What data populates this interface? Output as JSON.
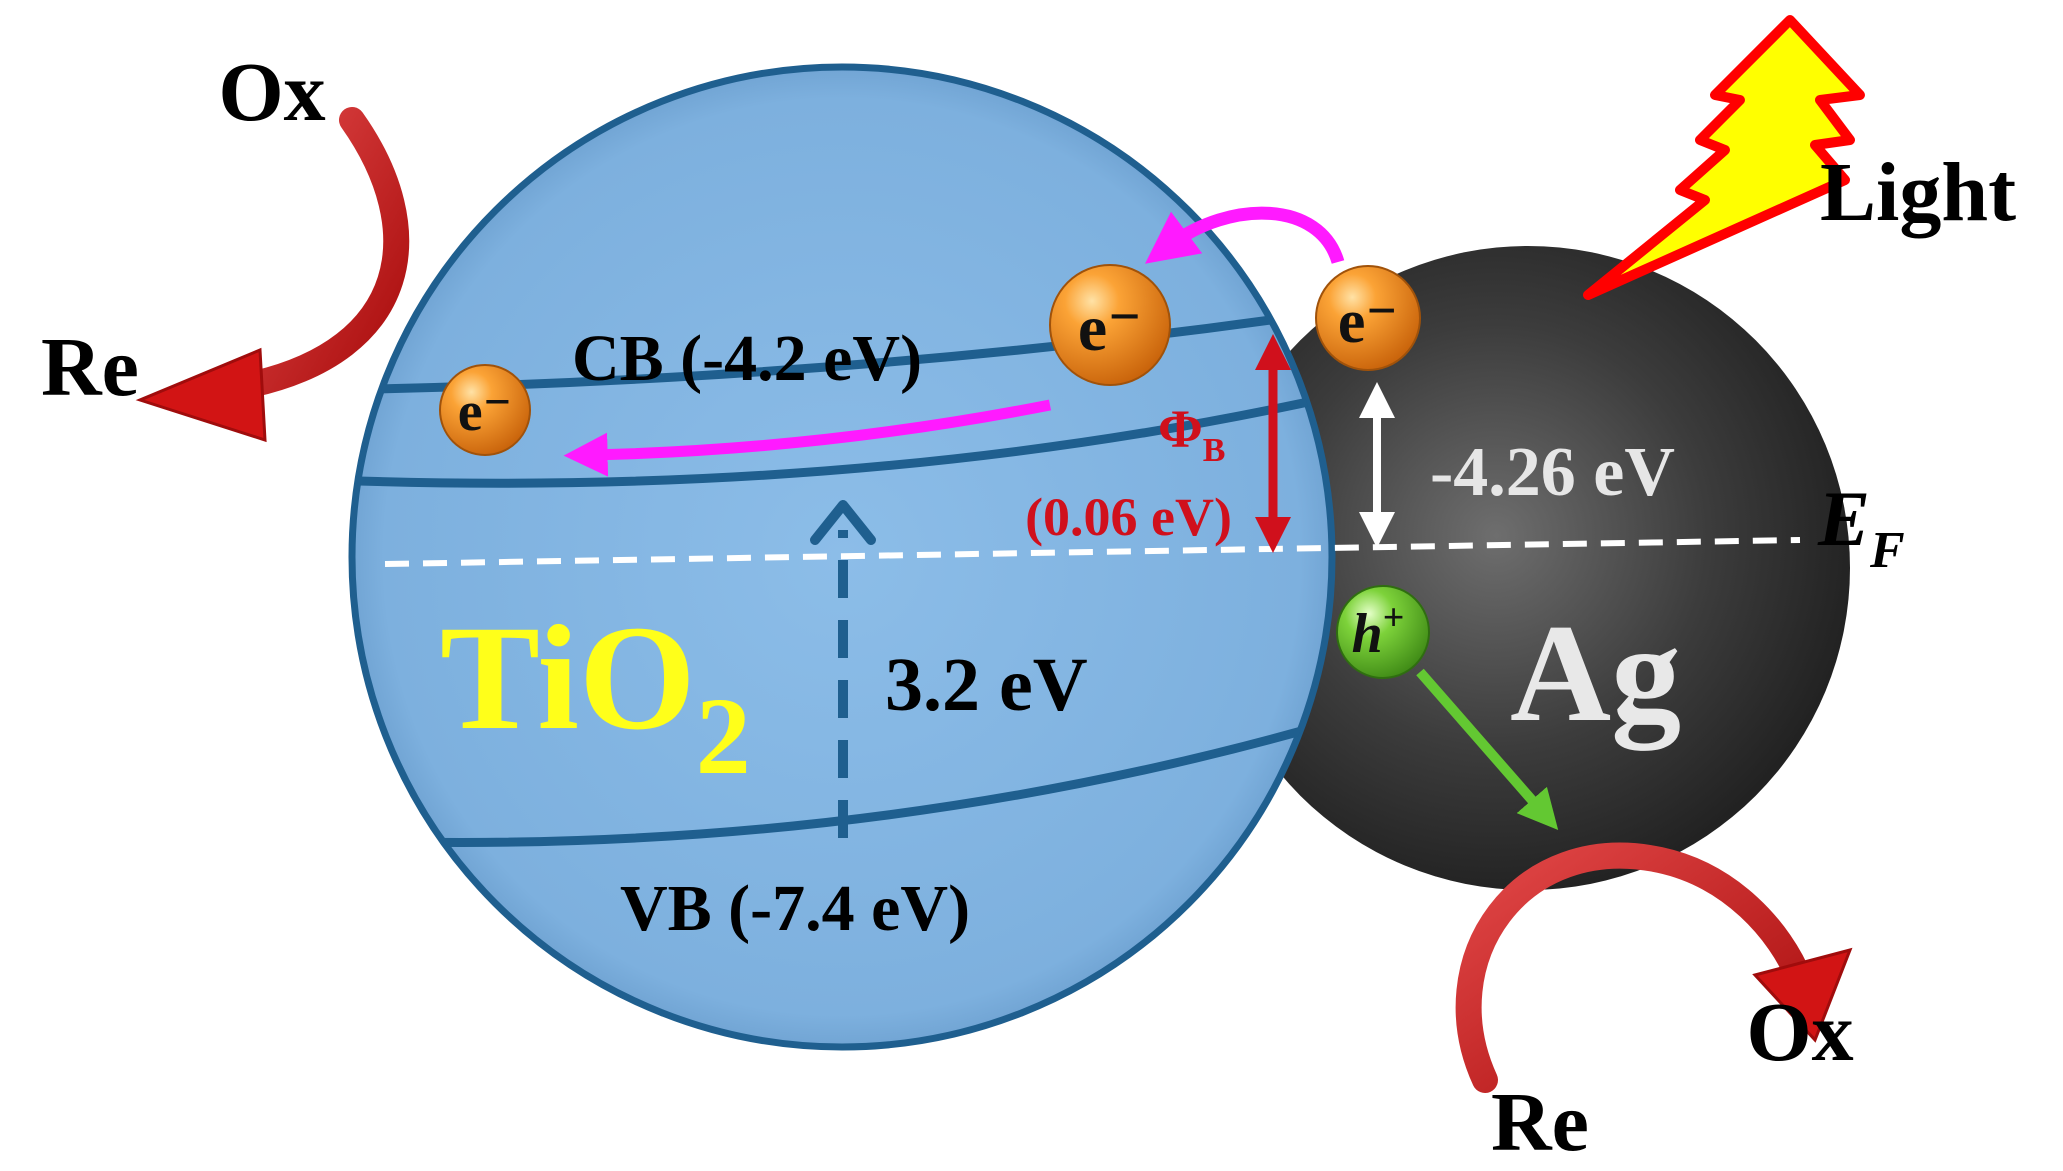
{
  "tio2": {
    "label_main": "TiO",
    "label_sub": "2",
    "cb_label": "CB (-4.2 eV)",
    "vb_label": "VB (-7.4 eV)",
    "band_gap_label": "3.2 eV",
    "fill_color": "#7fb2df",
    "edge_color": "#1f5f8f",
    "label_color": "#ffff1a"
  },
  "ag": {
    "label": "Ag",
    "level_label": "-4.26 eV",
    "fill_color": "#3a3a3a"
  },
  "barrier": {
    "symbol": "Φ",
    "subscript": "B",
    "value_label": "(0.06 eV)",
    "color": "#e0101e"
  },
  "fermi": {
    "symbol": "E",
    "subscript": "F"
  },
  "particles": {
    "electron": "e⁻",
    "hole_symbol": "h",
    "hole_charge": "+",
    "electron_color": "#f08c14",
    "hole_color": "#6cc832"
  },
  "light": {
    "label": "Light",
    "bolt_fill": "#ffff00",
    "bolt_edge": "#ff0000"
  },
  "reactions": {
    "left_top_label": "Ox",
    "left_bottom_label": "Re",
    "right_start_label": "Re",
    "right_end_label": "Ox",
    "arrow_color": "#d21414"
  },
  "transfer_arrow_color": "#ff1aff",
  "hole_path_color": "#63c832"
}
